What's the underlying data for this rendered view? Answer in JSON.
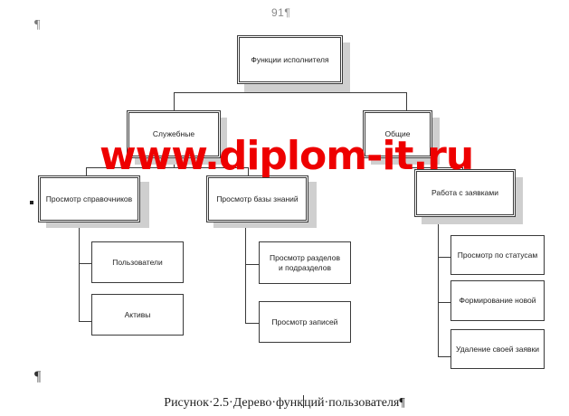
{
  "document": {
    "page_number": "91¶",
    "top_pilcrow": "¶",
    "bottom_pilcrow": "¶",
    "watermark": "www.diplom-it.ru",
    "caption": "Рисунок·2.5·Дерево·функ",
    "caption_after_cursor": "ций·пользователя¶"
  },
  "tree": {
    "root": {
      "label": "Функции исполнителя"
    },
    "level2": [
      {
        "label": "Служебные"
      },
      {
        "label": "Общие"
      }
    ],
    "level3": [
      {
        "label": "Просмотр справочников"
      },
      {
        "label": "Просмотр базы знаний"
      },
      {
        "label": "Работа с заявками"
      }
    ],
    "leaves": {
      "directories": [
        {
          "label": "Пользователи"
        },
        {
          "label": "Активы"
        }
      ],
      "knowledge_base": [
        {
          "label": "Просмотр разделов и подразделов"
        },
        {
          "label": "Просмотр записей"
        }
      ],
      "requests": [
        {
          "label": "Просмотр по статусам"
        },
        {
          "label": "Формирование новой"
        },
        {
          "label": "Удаление своей заявки"
        }
      ]
    }
  },
  "colors": {
    "watermark": "#ee0000",
    "border": "#3a3a3a",
    "shadow": "#cfcfcf"
  }
}
